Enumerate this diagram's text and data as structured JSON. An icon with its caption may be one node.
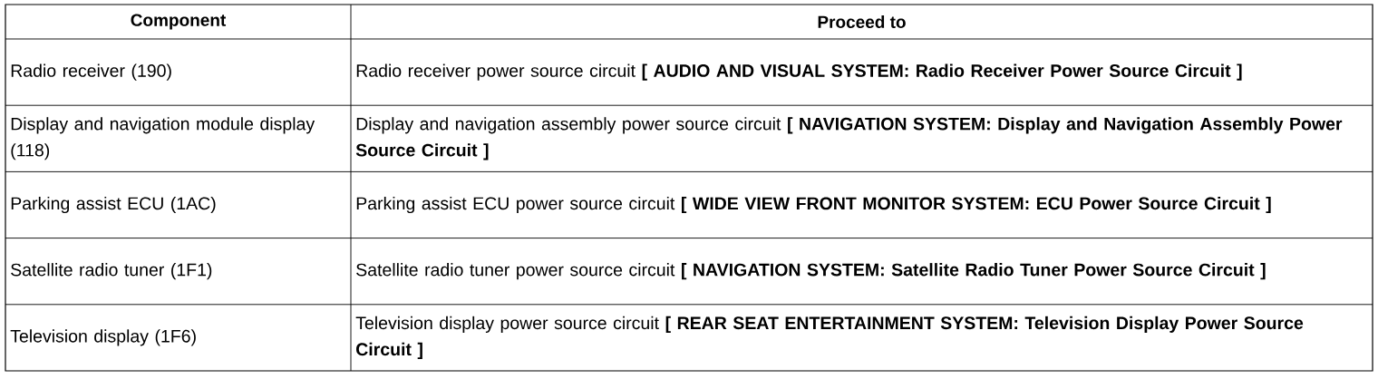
{
  "diagram": {
    "labels": [
      "Component",
      "Proceed to",
      "Radio receiver (190)",
      "Radio receiver power source circuit **[ AUDIO AND VISUAL SYSTEM: Radio Receiver Power Source Circuit ]**",
      "Display and navigation module display (118)",
      "Display and navigation assembly power source circuit **[ NAVIGATION SYSTEM: Display and Navigation Assembly Power Source Circuit ]**",
      "Parking assist ECU (1AC)",
      "Parking assist ECU power source circuit **[ WIDE VIEW FRONT MONITOR SYSTEM: ECU Power Source Circuit ]**",
      "Satellite radio tuner (1F1)",
      "Satellite radio tuner power source circuit **[ NAVIGATION SYSTEM: Satellite Radio Tuner Power Source Circuit ]**",
      "Television display (1F6)",
      "Television display power source circuit **[ REAR SEAT ENTERTAINMENT SYSTEM: Television Display Power Source Circuit ]**"
    ]
  }
}
